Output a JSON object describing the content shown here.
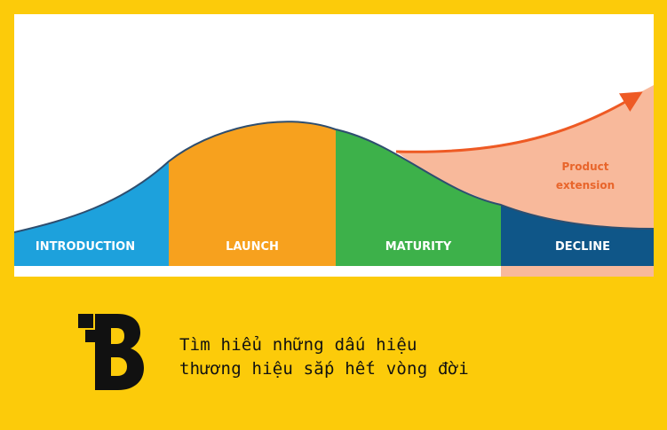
{
  "colors": {
    "background": "#FCCB0A",
    "panel": "#FFFFFF",
    "introduction": "#1DA1DC",
    "launch": "#F7A11E",
    "maturity": "#3DB14A",
    "decline": "#0F5688",
    "extension_fill": "#F8B99B",
    "extension_arrow": "#EE5A24",
    "curve_line": "#2E4E6F",
    "logo": "#111111"
  },
  "stages": [
    {
      "name": "introduction",
      "label": "INTRODUCTION",
      "color": "#1DA1DC"
    },
    {
      "name": "launch",
      "label": "LAUNCH",
      "color": "#F7A11E"
    },
    {
      "name": "maturity",
      "label": "MATURITY",
      "color": "#3DB14A"
    },
    {
      "name": "decline",
      "label": "DECLINE",
      "color": "#0F5688"
    }
  ],
  "extension": {
    "line1": "Product",
    "line2": "extension"
  },
  "logo": {
    "icon": "brand-b-logo-icon"
  },
  "headline": {
    "line1": "Tìm hiểu những dấu hiệu",
    "line2": "thương hiệu sắp hết vòng đời"
  }
}
